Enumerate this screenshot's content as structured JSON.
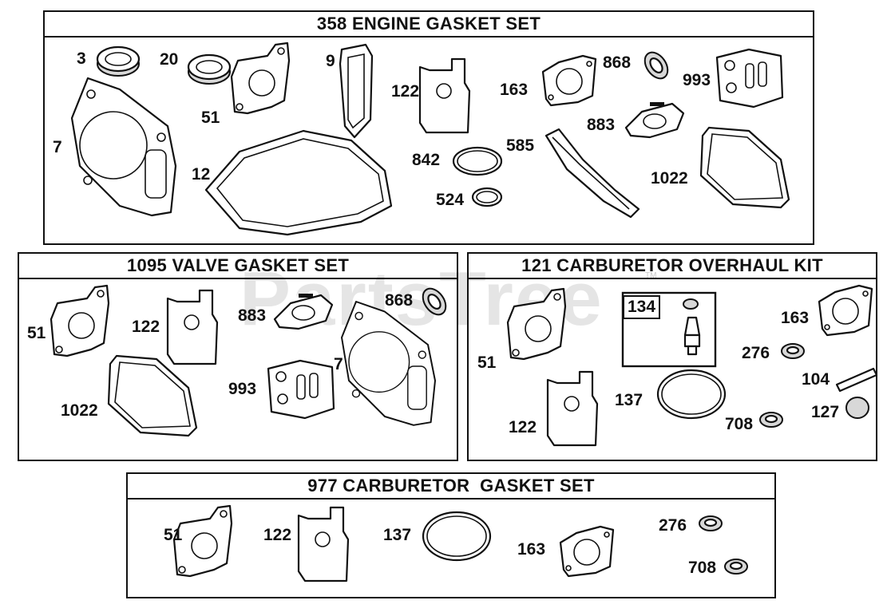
{
  "watermark": "PartsTree",
  "watermark_tm": "TM",
  "panels": {
    "engine": {
      "title": "358 ENGINE GASKET SET"
    },
    "valve": {
      "title": "1095 VALVE GASKET SET"
    },
    "carb_kit": {
      "title": "121 CARBURETOR OVERHAUL KIT"
    },
    "carb_gasket": {
      "title": "977 CARBURETOR  GASKET SET"
    }
  },
  "labels": {
    "e3": "3",
    "e20": "20",
    "e9": "9",
    "e7": "7",
    "e51": "51",
    "e12": "12",
    "e122": "122",
    "e842": "842",
    "e524": "524",
    "e163": "163",
    "e585": "585",
    "e868": "868",
    "e883": "883",
    "e993": "993",
    "e1022": "1022",
    "v51": "51",
    "v122": "122",
    "v883": "883",
    "v868": "868",
    "v1022": "1022",
    "v993": "993",
    "v7": "7",
    "k51": "51",
    "k134": "134",
    "k163": "163",
    "k276": "276",
    "k104": "104",
    "k137": "137",
    "k122": "122",
    "k708": "708",
    "k127": "127",
    "c51": "51",
    "c122": "122",
    "c137": "137",
    "c163": "163",
    "c276": "276",
    "c708": "708"
  }
}
